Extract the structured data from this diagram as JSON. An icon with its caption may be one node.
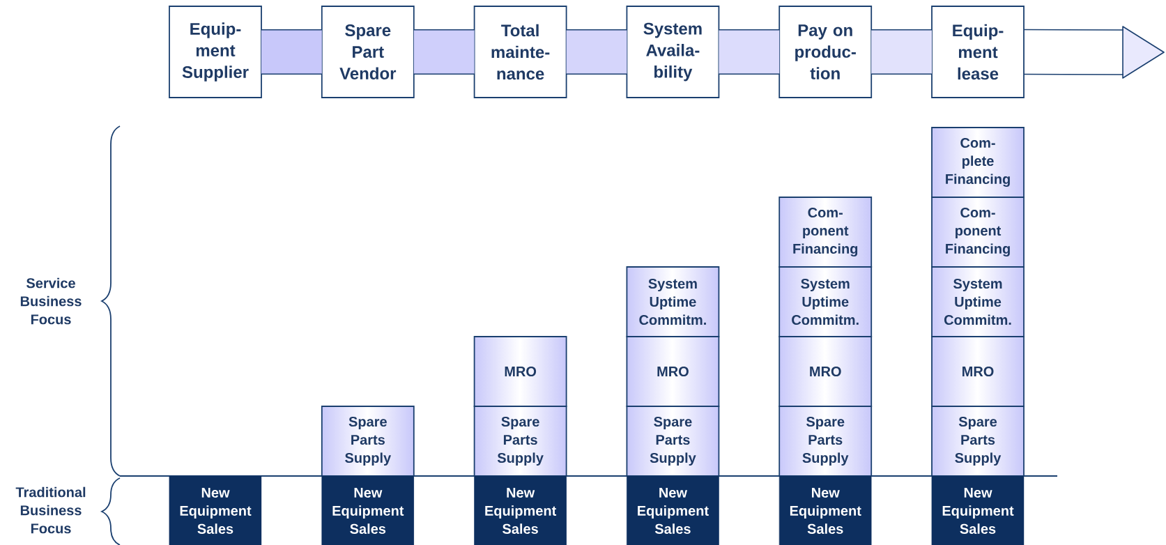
{
  "diagram": {
    "nodes": [
      {
        "text": [
          "Equip- ment Supplier"
        ]
      },
      {
        "text": [
          "Spare Part Vendor"
        ]
      },
      {
        "text": [
          "Total mainte- nance"
        ]
      },
      {
        "text": [
          "System Availa- bility"
        ]
      },
      {
        "text": [
          "Pay on produc- tion"
        ]
      },
      {
        "text": [
          "Equip- ment lease"
        ]
      },
      {
        "text": [
          "New Equipment Sales"
        ]
      },
      {
        "text": [
          "Spare Parts Supply"
        ]
      },
      {
        "text": [
          "New Equipment Sales"
        ]
      },
      {
        "text": [
          "MRO"
        ]
      },
      {
        "text": [
          "Spare Parts Supply"
        ]
      },
      {
        "text": [
          "New Equipment Sales"
        ]
      },
      {
        "text": [
          "System Uptime Commitm."
        ]
      },
      {
        "text": [
          "MRO"
        ]
      },
      {
        "text": [
          "Spare Parts Supply"
        ]
      },
      {
        "text": [
          "New Equipment Sales"
        ]
      },
      {
        "text": [
          "Com- ponent Financing"
        ]
      },
      {
        "text": [
          "System Uptime Commitm."
        ]
      },
      {
        "text": [
          "MRO"
        ]
      },
      {
        "text": [
          "Spare Parts Supply"
        ]
      },
      {
        "text": [
          "New Equipment Sales"
        ]
      },
      {
        "text": [
          "Com- plete Financing"
        ]
      },
      {
        "text": [
          "Com- ponent Financing"
        ]
      },
      {
        "text": [
          "System Uptime Commitm."
        ]
      },
      {
        "text": [
          "MRO"
        ]
      },
      {
        "text": [
          "Spare Parts Supply"
        ]
      },
      {
        "text": [
          "New Equipment Sales"
        ]
      }
    ],
    "edges": [
      {
        "from": 0,
        "to": 1,
        "arrow": "none"
      },
      {
        "from": 1,
        "to": 2,
        "arrow": "none"
      },
      {
        "from": 2,
        "to": 3,
        "arrow": "none"
      },
      {
        "from": 3,
        "to": 4,
        "arrow": "none"
      },
      {
        "from": 4,
        "to": 5,
        "arrow": "none"
      },
      {
        "from": 5,
        "to": null,
        "arrow": "to"
      }
    ],
    "labels": [
      "Service Business Focus",
      "Traditional Business Focus"
    ]
  }
}
